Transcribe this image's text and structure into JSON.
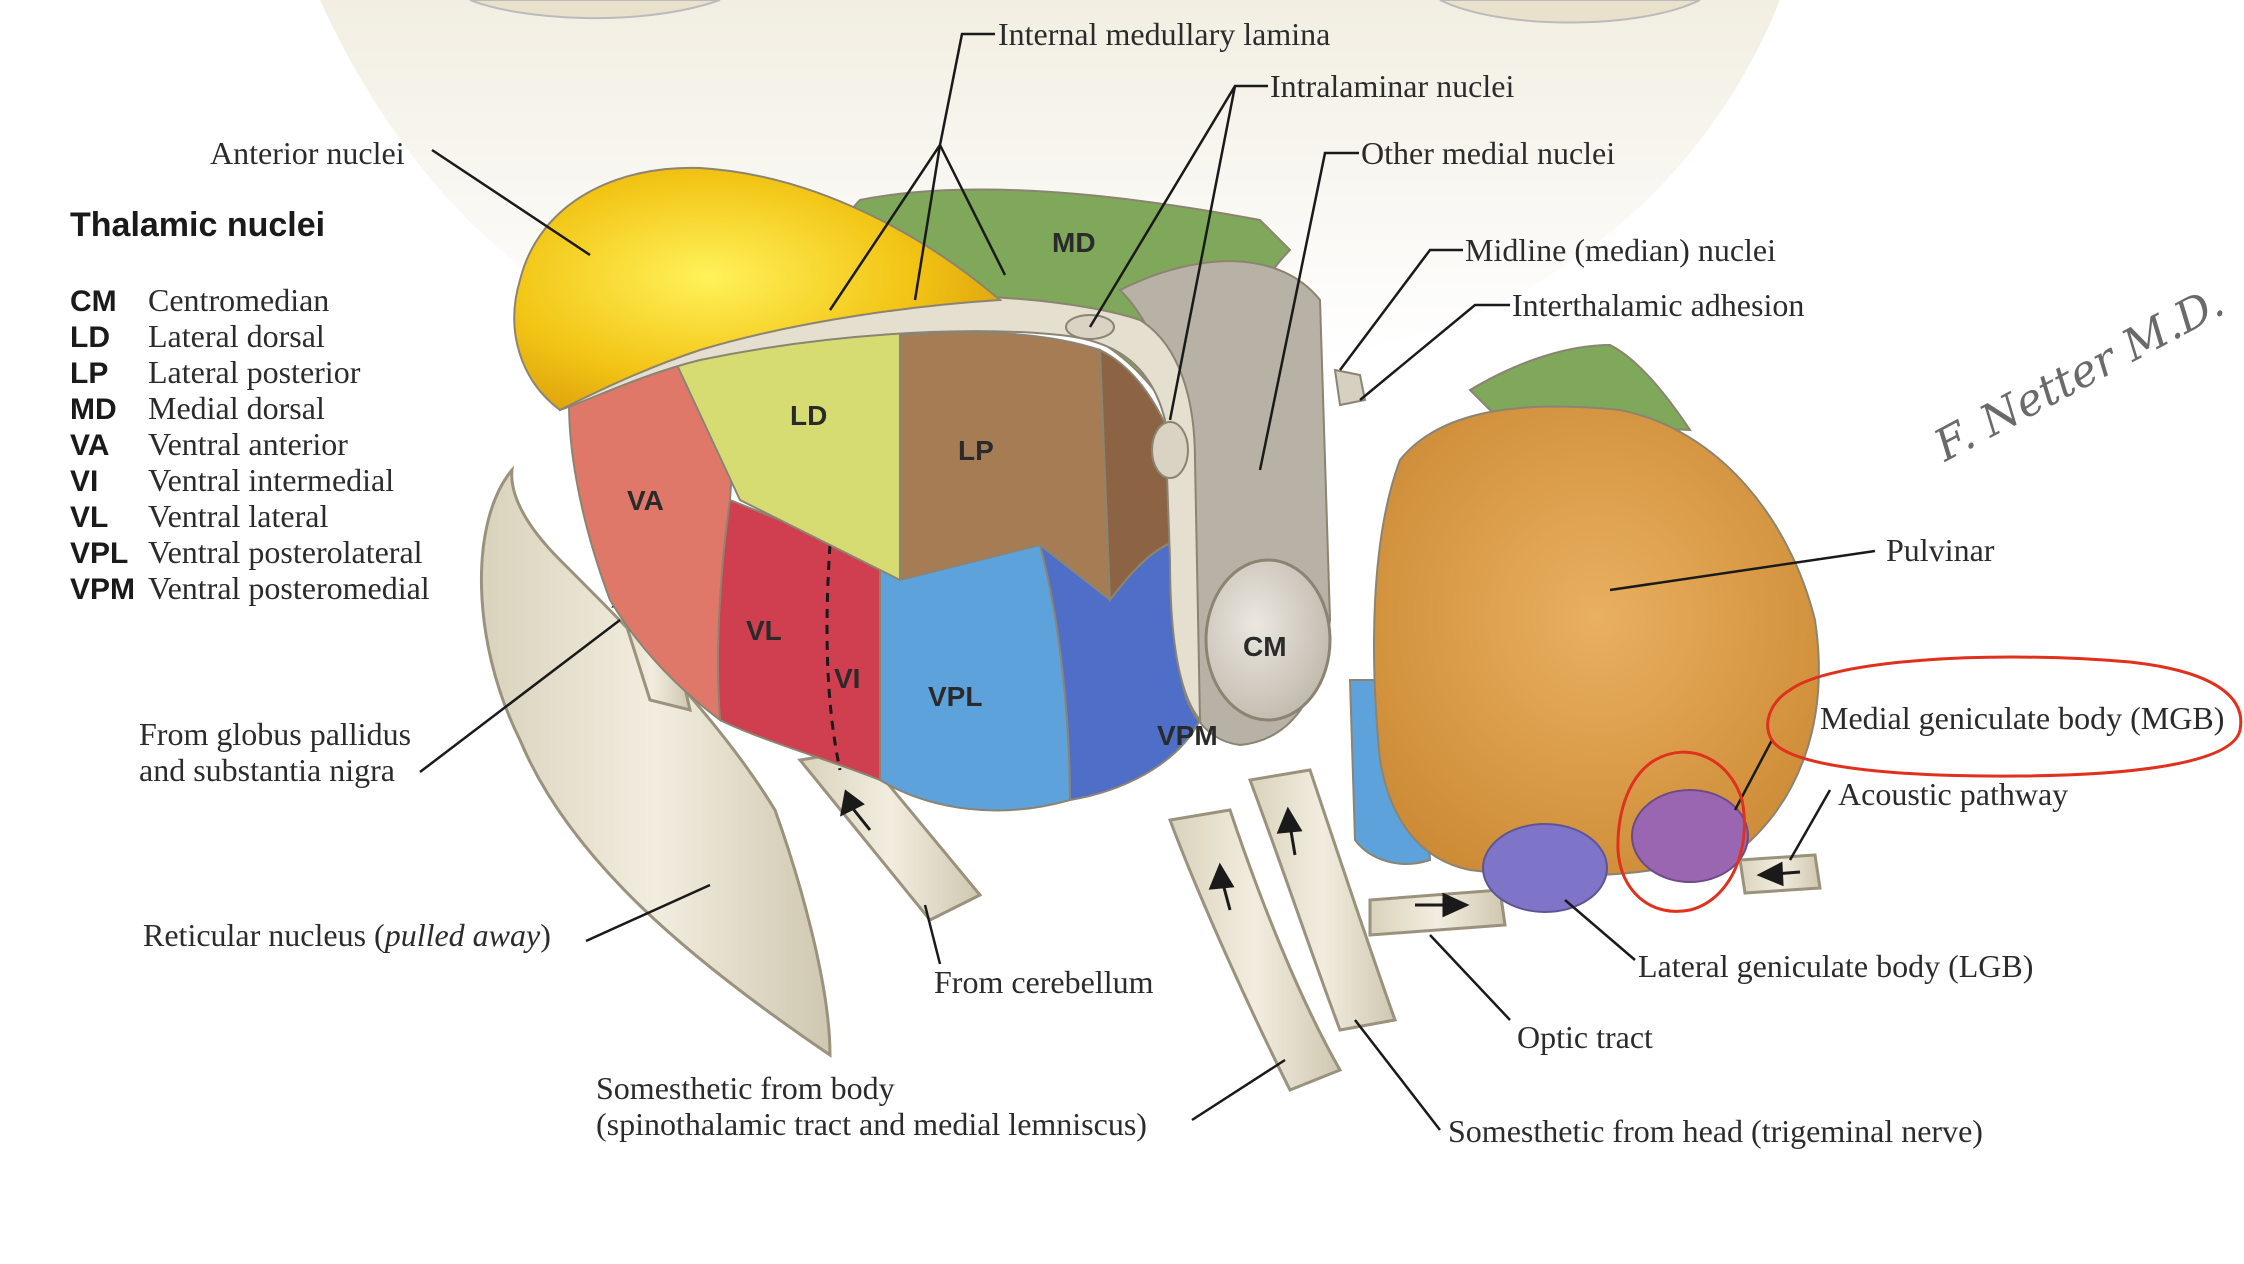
{
  "key": {
    "title": "Thalamic nuclei",
    "rows": [
      {
        "abbr": "CM",
        "name": "Centromedian"
      },
      {
        "abbr": "LD",
        "name": "Lateral dorsal"
      },
      {
        "abbr": "LP",
        "name": "Lateral posterior"
      },
      {
        "abbr": "MD",
        "name": "Medial dorsal"
      },
      {
        "abbr": "VA",
        "name": "Ventral anterior"
      },
      {
        "abbr": "VI",
        "name": "Ventral intermedial"
      },
      {
        "abbr": "VL",
        "name": "Ventral lateral"
      },
      {
        "abbr": "VPL",
        "name": "Ventral posterolateral"
      },
      {
        "abbr": "VPM",
        "name": "Ventral posteromedial"
      }
    ]
  },
  "labels": {
    "internal_medullary_lamina": "Internal medullary lamina",
    "intralaminar_nuclei": "Intralaminar nuclei",
    "other_medial_nuclei": "Other medial nuclei",
    "midline_nuclei": "Midline (median) nuclei",
    "interthalamic_adhesion": "Interthalamic adhesion",
    "anterior_nuclei": "Anterior nuclei",
    "pulvinar": "Pulvinar",
    "medial_geniculate_body": "Medial geniculate body (MGB)",
    "acoustic_pathway": "Acoustic pathway",
    "lateral_geniculate_body": "Lateral geniculate body (LGB)",
    "optic_tract": "Optic tract",
    "somesthetic_head": "Somesthetic from head (trigeminal nerve)",
    "somesthetic_body_line1": "Somesthetic from body",
    "somesthetic_body_line2": "(spinothalamic tract and medial lemniscus)",
    "from_cerebellum": "From cerebellum",
    "reticular_prefix": "Reticular nucleus (",
    "reticular_italic": "pulled away",
    "reticular_suffix": ")",
    "globus_line1": "From globus pallidus",
    "globus_line2": "and substantia nigra"
  },
  "regions": {
    "MD": "MD",
    "LD": "LD",
    "LP": "LP",
    "VA": "VA",
    "VL": "VL",
    "VI": "VI",
    "VPL": "VPL",
    "VPM": "VPM",
    "CM": "CM"
  },
  "signature": "F. Netter M.D.",
  "colors": {
    "anterior": "#f2c414",
    "md": "#7fa85a",
    "ld": "#d7dc72",
    "lp": "#a67c55",
    "va": "#e0786a",
    "vl": "#cf3f4f",
    "vpl": "#5ea2dc",
    "vpm": "#4462c4",
    "pulvinar": "#dc9e44",
    "lgb": "#7e74c8",
    "mgb": "#9a66b2",
    "lamina": "#e5dfcf",
    "fiber": "#e8e2cf",
    "annotation": "#e0301e"
  }
}
